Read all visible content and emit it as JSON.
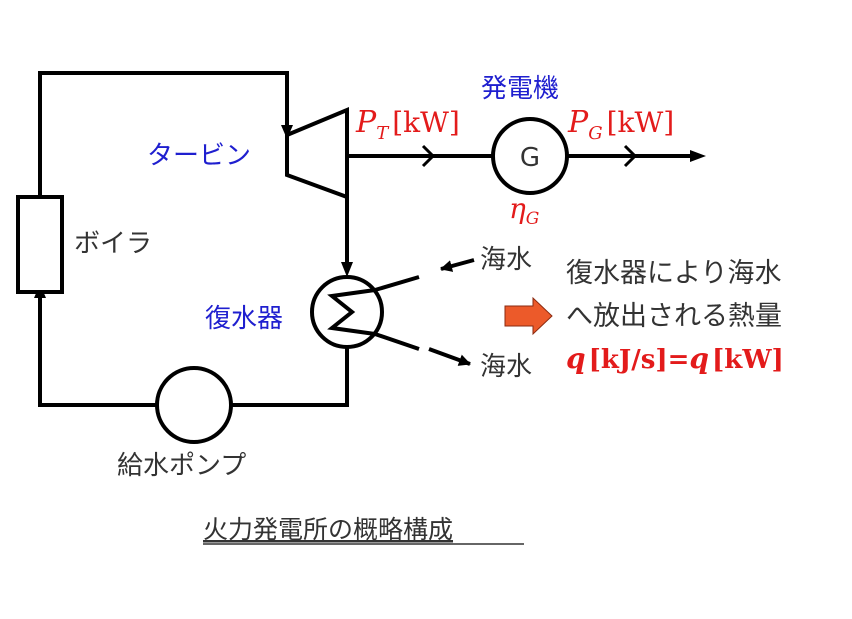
{
  "colors": {
    "line": "#000000",
    "blue_label": "#1f1fcf",
    "red_label": "#e31b1b",
    "gray_text": "#333333",
    "arrow_fill": "#ec5a2a"
  },
  "labels": {
    "generator_title": "発電機",
    "generator_symbol": "G",
    "turbine": "タービン",
    "boiler": "ボイラ",
    "condenser": "復水器",
    "pump": "給水ポンプ",
    "seawater_in": "海水",
    "seawater_out": "海水",
    "caption": "火力発電所の概略構成"
  },
  "math": {
    "pt_var": "P",
    "pt_sub": "T",
    "pt_unit": "[kW]",
    "pg_var": "P",
    "pg_sub": "G",
    "pg_unit": "[kW]",
    "eta_var": "η",
    "eta_sub": "G"
  },
  "note": {
    "line1": "復水器により海水",
    "line2": "へ放出される熱量",
    "line3_q1": "q",
    "line3_unit1": "[kJ/s]=",
    "line3_q2": "q",
    "line3_unit2": "[kW]"
  }
}
